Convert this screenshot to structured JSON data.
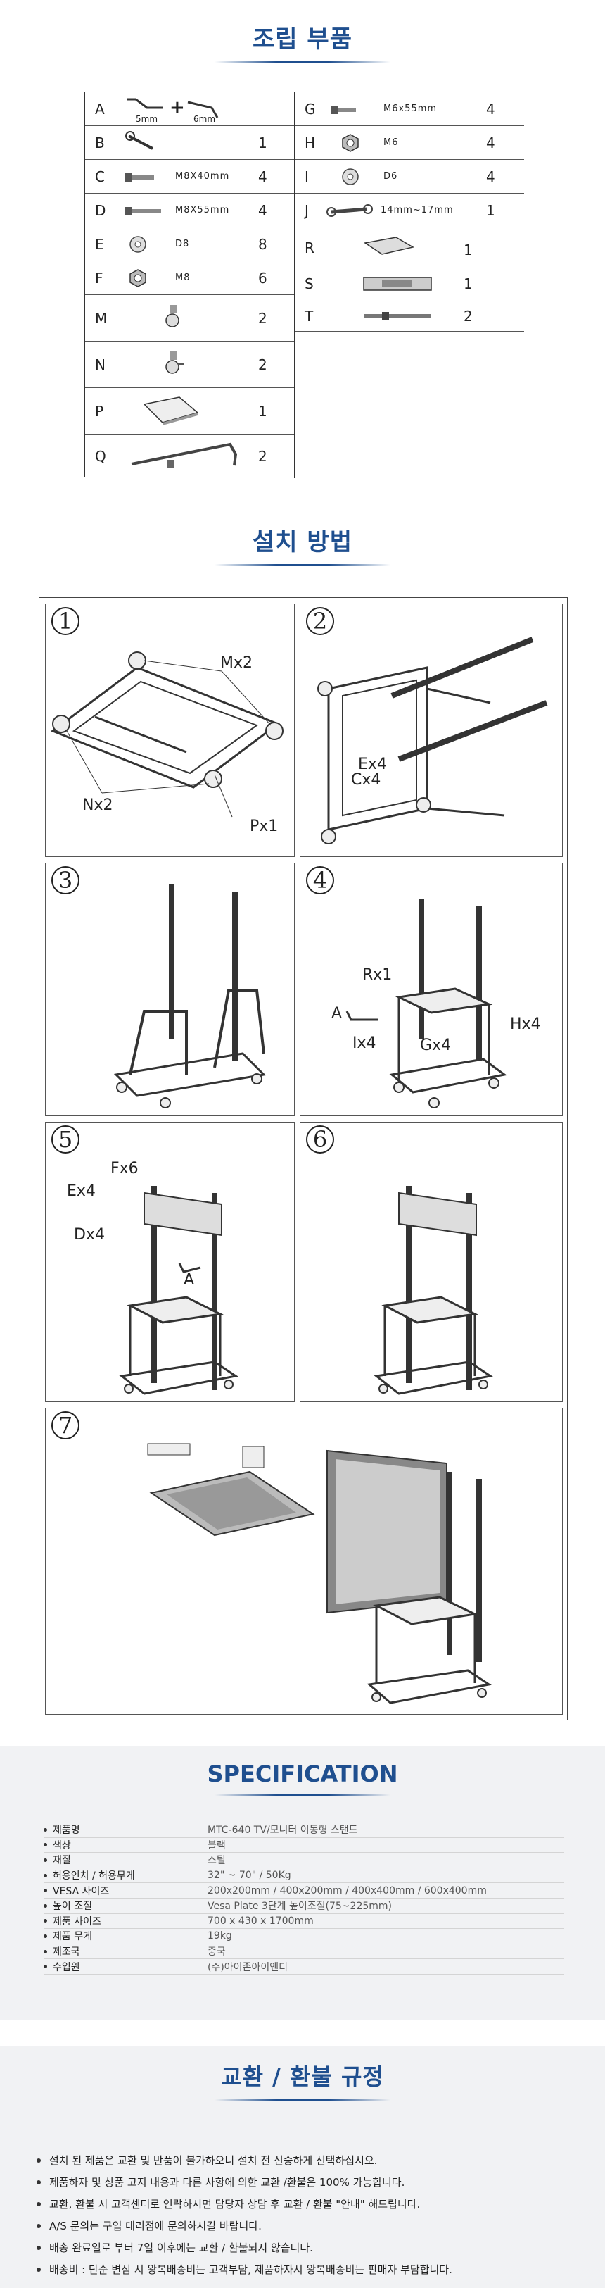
{
  "sections": {
    "parts_title": "조립 부품",
    "install_title": "설치 방법",
    "spec_title": "SPECIFICATION",
    "return_title": "교환 / 환불 규정"
  },
  "parts_left": [
    {
      "letter": "A",
      "size": "",
      "qty": "",
      "extra_a": "5mm",
      "extra_b": "6mm"
    },
    {
      "letter": "B",
      "size": "",
      "qty": "1"
    },
    {
      "letter": "C",
      "size": "M8X40mm",
      "qty": "4"
    },
    {
      "letter": "D",
      "size": "M8X55mm",
      "qty": "4"
    },
    {
      "letter": "E",
      "size": "D8",
      "qty": "8"
    },
    {
      "letter": "F",
      "size": "M8",
      "qty": "6"
    },
    {
      "letter": "M",
      "size": "",
      "qty": "2"
    },
    {
      "letter": "N",
      "size": "",
      "qty": "2"
    },
    {
      "letter": "P",
      "size": "",
      "qty": "1"
    },
    {
      "letter": "Q",
      "size": "",
      "qty": "2"
    }
  ],
  "parts_right": [
    {
      "letter": "G",
      "size": "M6x55mm",
      "qty": "4"
    },
    {
      "letter": "H",
      "size": "M6",
      "qty": "4"
    },
    {
      "letter": "I",
      "size": "D6",
      "qty": "4"
    },
    {
      "letter": "J",
      "size": "14mm~17mm",
      "qty": "1"
    },
    {
      "letter": "R",
      "size": "",
      "qty": "1"
    },
    {
      "letter": "S",
      "size": "",
      "qty": "1"
    },
    {
      "letter": "T",
      "size": "",
      "qty": "2"
    }
  ],
  "steps": [
    {
      "num": "1",
      "labels": [
        "Mx2",
        "Nx2",
        "Px1"
      ]
    },
    {
      "num": "2",
      "labels": [
        "Ex4",
        "Cx4"
      ]
    },
    {
      "num": "3",
      "labels": []
    },
    {
      "num": "4",
      "labels": [
        "Rx1",
        "A",
        "Ix4",
        "Gx4",
        "Hx4"
      ]
    },
    {
      "num": "5",
      "labels": [
        "Fx6",
        "Ex4",
        "Dx4",
        "A"
      ]
    },
    {
      "num": "6",
      "labels": []
    },
    {
      "num": "7",
      "labels": []
    }
  ],
  "spec": [
    {
      "key": "제품명",
      "value": "MTC-640 TV/모니터 이동형 스탠드"
    },
    {
      "key": "색상",
      "value": "블랙"
    },
    {
      "key": "재질",
      "value": "스틸"
    },
    {
      "key": "허용인치 /  허용무게",
      "value": "32\" ~ 70\" / 50Kg"
    },
    {
      "key": "VESA 사이즈",
      "value": " 200x200mm / 400x200mm / 400x400mm / 600x400mm"
    },
    {
      "key": "높이 조절",
      "value": "Vesa Plate 3단계 높이조절(75~225mm)"
    },
    {
      "key": "제품 사이즈",
      "value": "700 x 430 x 1700mm"
    },
    {
      "key": "제품 무게",
      "value": "19kg"
    },
    {
      "key": "제조국",
      "value": "중국"
    },
    {
      "key": "수입원",
      "value": "(주)아이존아이앤디"
    }
  ],
  "returns": [
    "설치 된 제품은 교환 및 반품이 불가하오니 설치 전 신중하게 선택하십시오.",
    "제품하자 및 상품 고지 내용과 다른 사항에 의한 교환 /환불은 100% 가능합니다.",
    "교환, 환불 시 고객센터로 연락하시면 담당자  상담 후 교환 / 환불 \"안내\" 해드립니다.",
    "A/S 문의는 구입 대리점에 문의하시길 바랍니다.",
    "배송 완료일로 부터 7일 이후에는  교환 / 환불되지 않습니다.",
    "배송비 : 단순 변심 시 왕복배송비는 고객부담, 제품하자시 왕복배송비는 판매자 부담합니다."
  ]
}
